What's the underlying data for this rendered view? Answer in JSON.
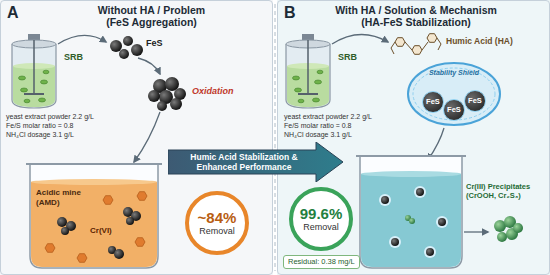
{
  "diagram": {
    "nodes": [
      {
        "text": [
          "A",
          "Without HA / Problem (FeS Aggregation)"
        ]
      },
      {
        "text": [
          "~84%",
          "Removal"
        ],
        "in": 0
      },
      {
        "text": [
          "Humic Acid Stabilization & Enhanced Performance"
        ]
      },
      {
        "text": [
          "B",
          "With HA / Solution & Mechanism (HA-FeS Stabilization)"
        ]
      },
      {
        "text": [
          "Stability Shield"
        ],
        "in": 3
      },
      {
        "text": [
          "FeS"
        ],
        "in": 4
      },
      {
        "text": [
          "FeS"
        ],
        "in": 4
      },
      {
        "text": [
          "FeS"
        ],
        "in": 4
      },
      {
        "text": [
          "99.6%",
          "Removal"
        ],
        "in": 3
      },
      {
        "text": [
          "Residual: 0.38 mg/L"
        ],
        "in": 3
      }
    ],
    "labels": [
      "SRB",
      "FeS",
      "yeast extract powder 2.2 g/L",
      "Fe/S molar ratio = 0.8",
      "NH₄Cl dosage 3.1 g/L",
      "Oxidation",
      "Acidic mine (AMD)",
      "Cr(VI)",
      "SRB",
      "Humic Acid (HA)",
      "yeast extract powder 2.2 g/L",
      "Fe/S molar ratio = 0.8",
      "NH₄Cl dosage 3.1 g/L",
      "Cr(III) Precipitates (CrOOH, Cr₂S₃)"
    ]
  }
}
